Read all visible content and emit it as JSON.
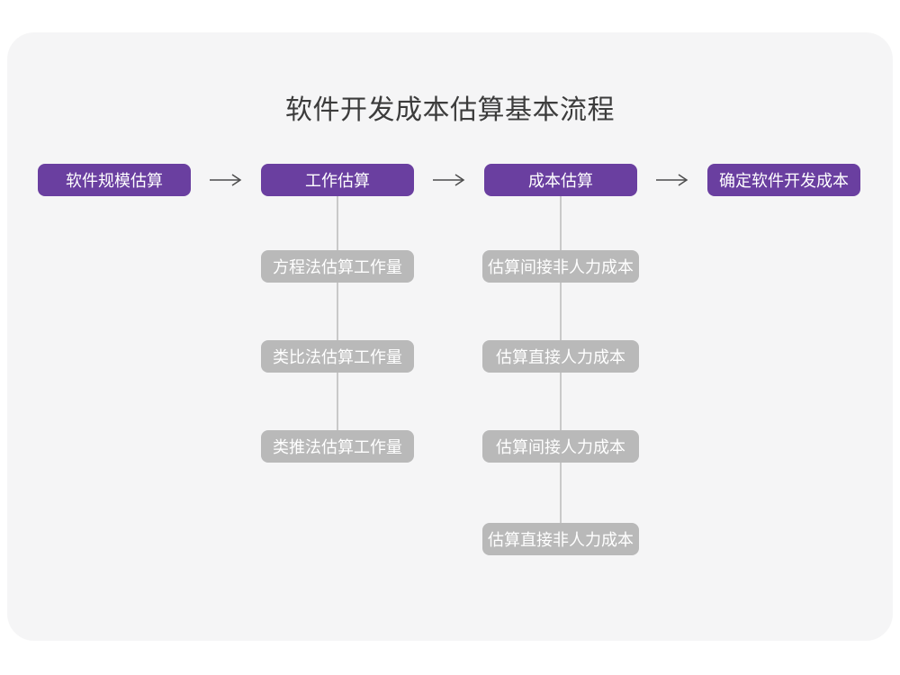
{
  "page": {
    "title": "软件开发成本估算基本流程"
  },
  "colors": {
    "canvas_bg": "#ffffff",
    "card_bg": "#f5f5f6",
    "primary_purple": "#6a3fa0",
    "gray_node": "#b9b9b9",
    "node_text": "#ffffff",
    "connector": "#c9c9c9",
    "arrow": "#4d4d4d",
    "title_text": "#3c3c3c"
  },
  "flow": {
    "main_steps": [
      {
        "label": "软件规模估算"
      },
      {
        "label": "工作估算"
      },
      {
        "label": "成本估算"
      },
      {
        "label": "确定软件开发成本"
      }
    ],
    "work_estimation_methods": [
      {
        "label": "方程法估算工作量"
      },
      {
        "label": "类比法估算工作量"
      },
      {
        "label": "类推法估算工作量"
      }
    ],
    "cost_estimation_items": [
      {
        "label": "估算间接非人力成本"
      },
      {
        "label": "估算直接人力成本"
      },
      {
        "label": "估算间接人力成本"
      },
      {
        "label": "估算直接非人力成本"
      }
    ],
    "arrow_icon": "right-arrow"
  }
}
